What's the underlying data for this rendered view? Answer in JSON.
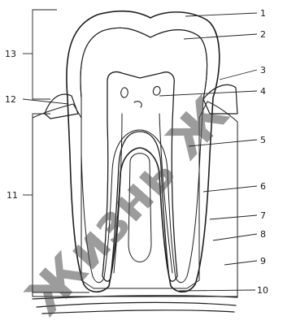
{
  "labels": {
    "l1": "1",
    "l2": "2",
    "l3": "3",
    "l4": "4",
    "l5": "5",
    "l6": "6",
    "l7": "7",
    "l8": "8",
    "l9": "9",
    "l10": "10",
    "l11": "11",
    "l12": "12",
    "l13": "13"
  },
  "watermark": "Жизнь Ж",
  "colors": {
    "ink": "#1e1e1e",
    "enamel": "#ffffff",
    "dentin": "#e9e9e9",
    "bone": "#dcdcdc",
    "watermark": "#4d4d4d"
  }
}
